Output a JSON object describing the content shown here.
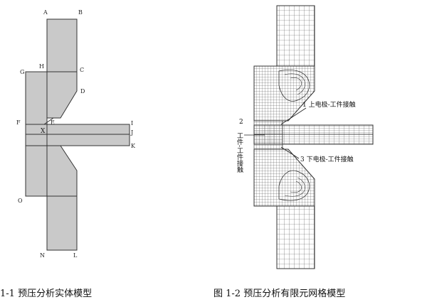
{
  "figure1": {
    "caption": "1-1  预压分析实体模型",
    "points": {
      "A": "A",
      "B": "B",
      "C": "C",
      "D": "D",
      "E": "E",
      "F": "F",
      "G": "G",
      "H": "H",
      "I": "I",
      "J": "J",
      "K": "K",
      "L": "L",
      "N": "N",
      "O": "O",
      "X": "X"
    }
  },
  "figure2": {
    "caption": "图  1-2  预压分析有限元网格模型",
    "annotations": {
      "a1": "1  上电极-工件接触",
      "a2num": "2",
      "a2text": "工件-工件接触",
      "a3": "3  下电极-工件接触"
    }
  },
  "colors": {
    "fill": "#c9c9c9",
    "stroke": "#333333",
    "mesh": "#444444"
  }
}
